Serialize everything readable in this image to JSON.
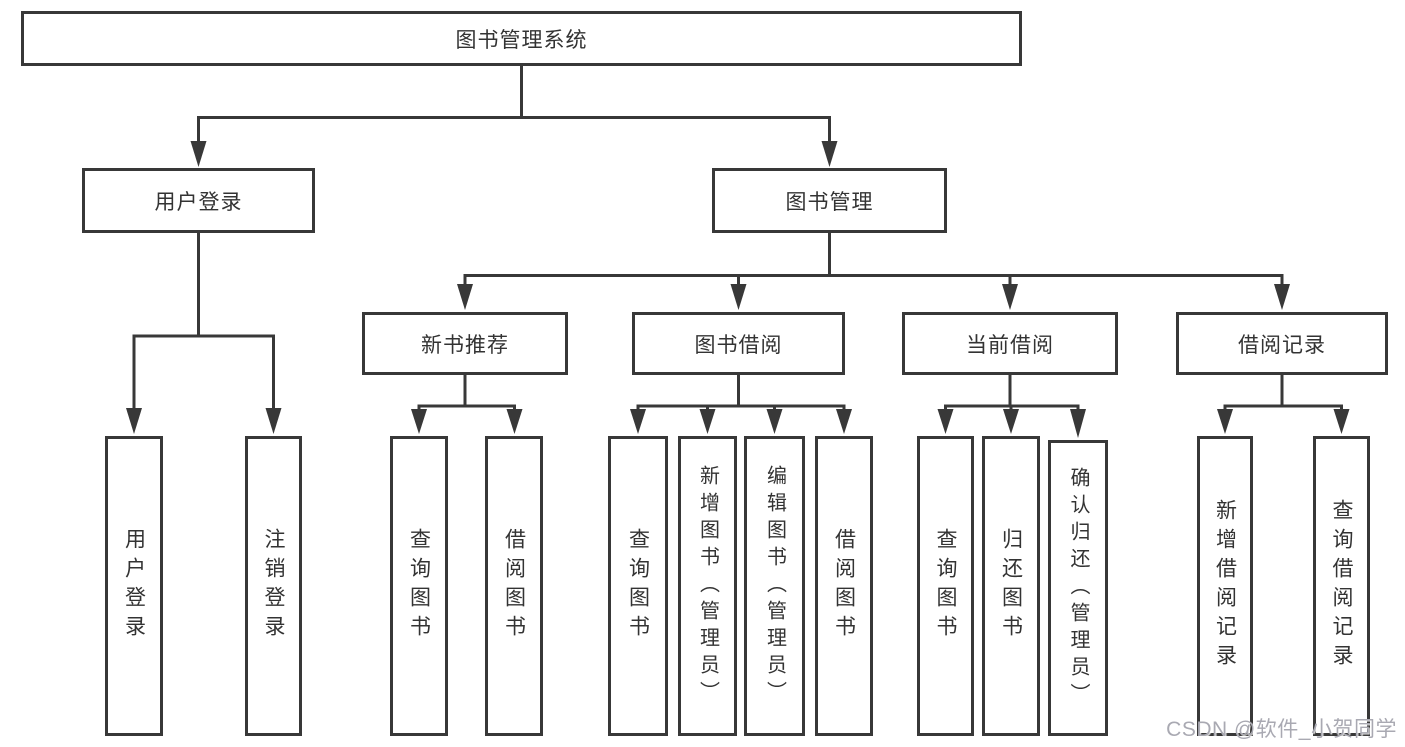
{
  "tree": {
    "label": "图书管理系统",
    "children": [
      {
        "label": "用户登录",
        "children": [
          {
            "label": "用户登录"
          },
          {
            "label": "注销登录"
          }
        ]
      },
      {
        "label": "图书管理",
        "children": [
          {
            "label": "新书推荐",
            "children": [
              {
                "label": "查询图书"
              },
              {
                "label": "借阅图书"
              }
            ]
          },
          {
            "label": "图书借阅",
            "children": [
              {
                "label": "查询图书"
              },
              {
                "label": "新增图书（管理员）"
              },
              {
                "label": "编辑图书（管理员）"
              },
              {
                "label": "借阅图书"
              }
            ]
          },
          {
            "label": "当前借阅",
            "children": [
              {
                "label": "查询图书"
              },
              {
                "label": "归还图书"
              },
              {
                "label": "确认归还（管理员）"
              }
            ]
          },
          {
            "label": "借阅记录",
            "children": [
              {
                "label": "新增借阅记录"
              },
              {
                "label": "查询借阅记录"
              }
            ]
          }
        ]
      }
    ]
  },
  "watermark": {
    "text": "CSDN @软件_小贺同学"
  },
  "colors": {
    "line": "#383838",
    "text": "#333333",
    "watermark": "#a9a9b2",
    "background": "#ffffff"
  }
}
